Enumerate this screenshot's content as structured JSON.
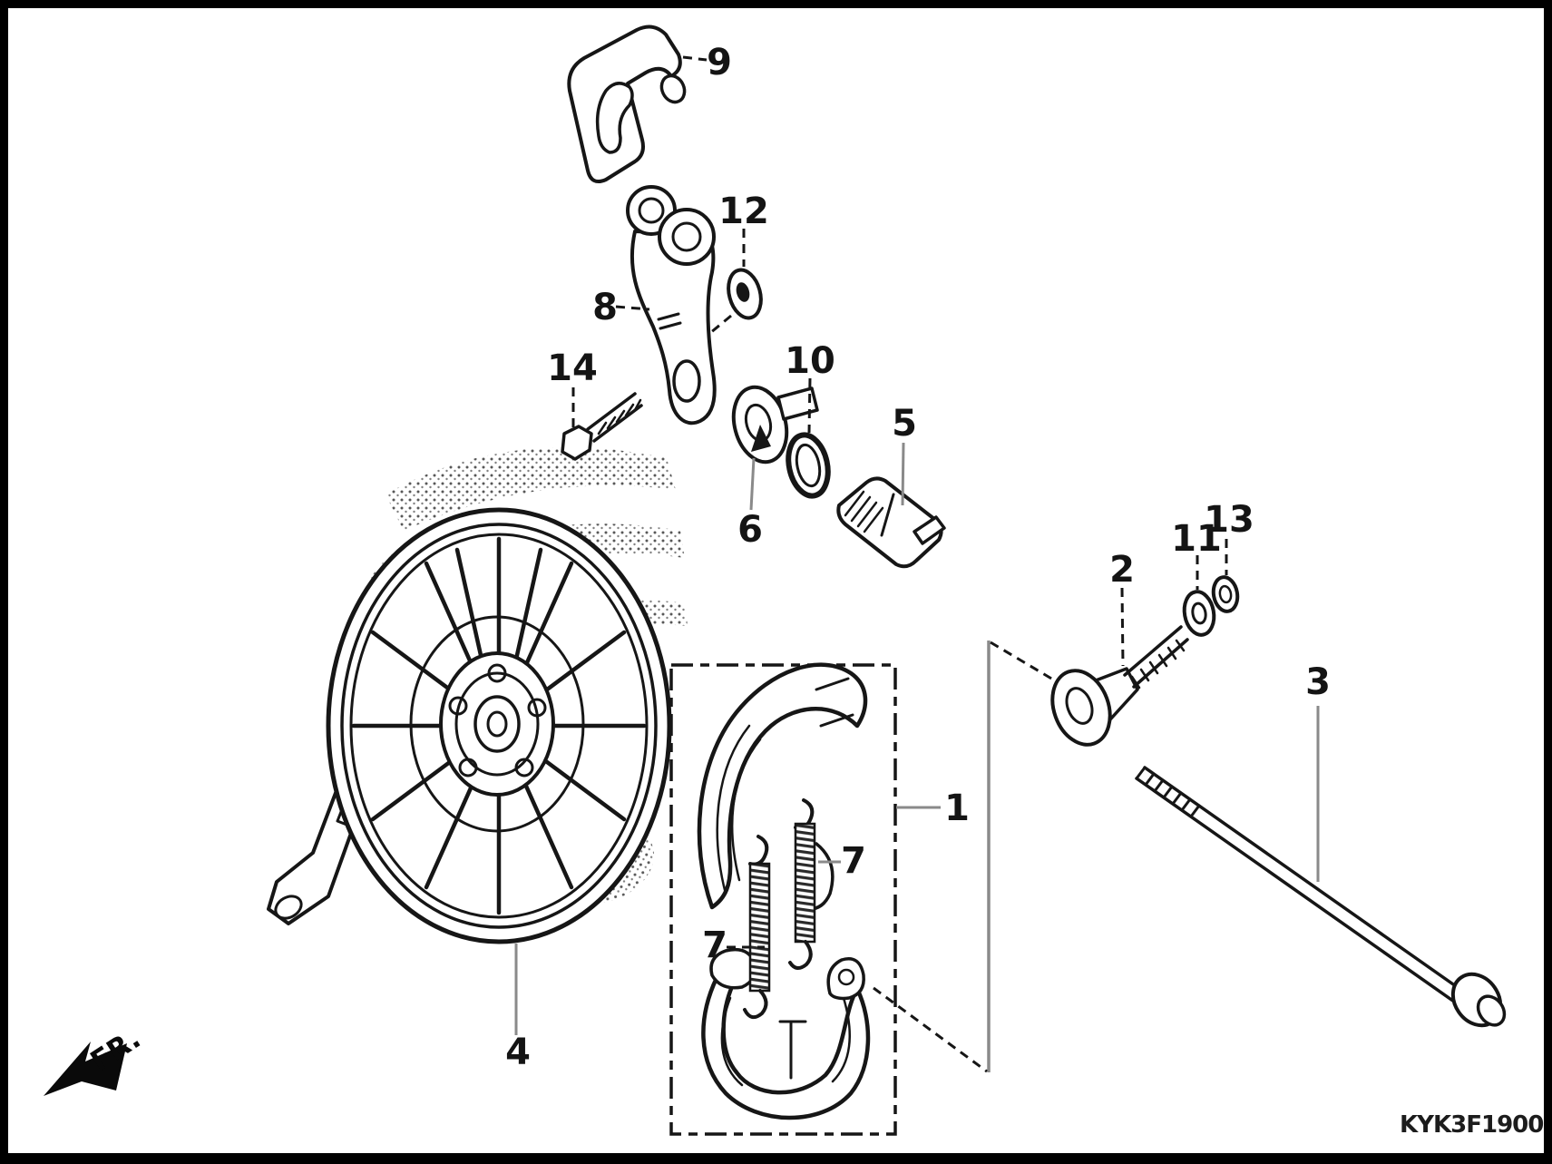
{
  "diagram": {
    "description": "exploded parts diagram of motorcycle rear brake panel and wheel",
    "code": "KYK3F1900",
    "direction_label": "FR.",
    "labels": {
      "p1": "1",
      "p2": "2",
      "p3": "3",
      "p4": "4",
      "p5": "5",
      "p6": "6",
      "p7": "7",
      "p8": "8",
      "p9": "9",
      "p10": "10",
      "p11": "11",
      "p12": "12",
      "p13": "13",
      "p14": "14"
    },
    "colors": {
      "line": "#161616",
      "leader": "#8a8a8a",
      "background": "#ffffff",
      "border": "#000000"
    }
  }
}
